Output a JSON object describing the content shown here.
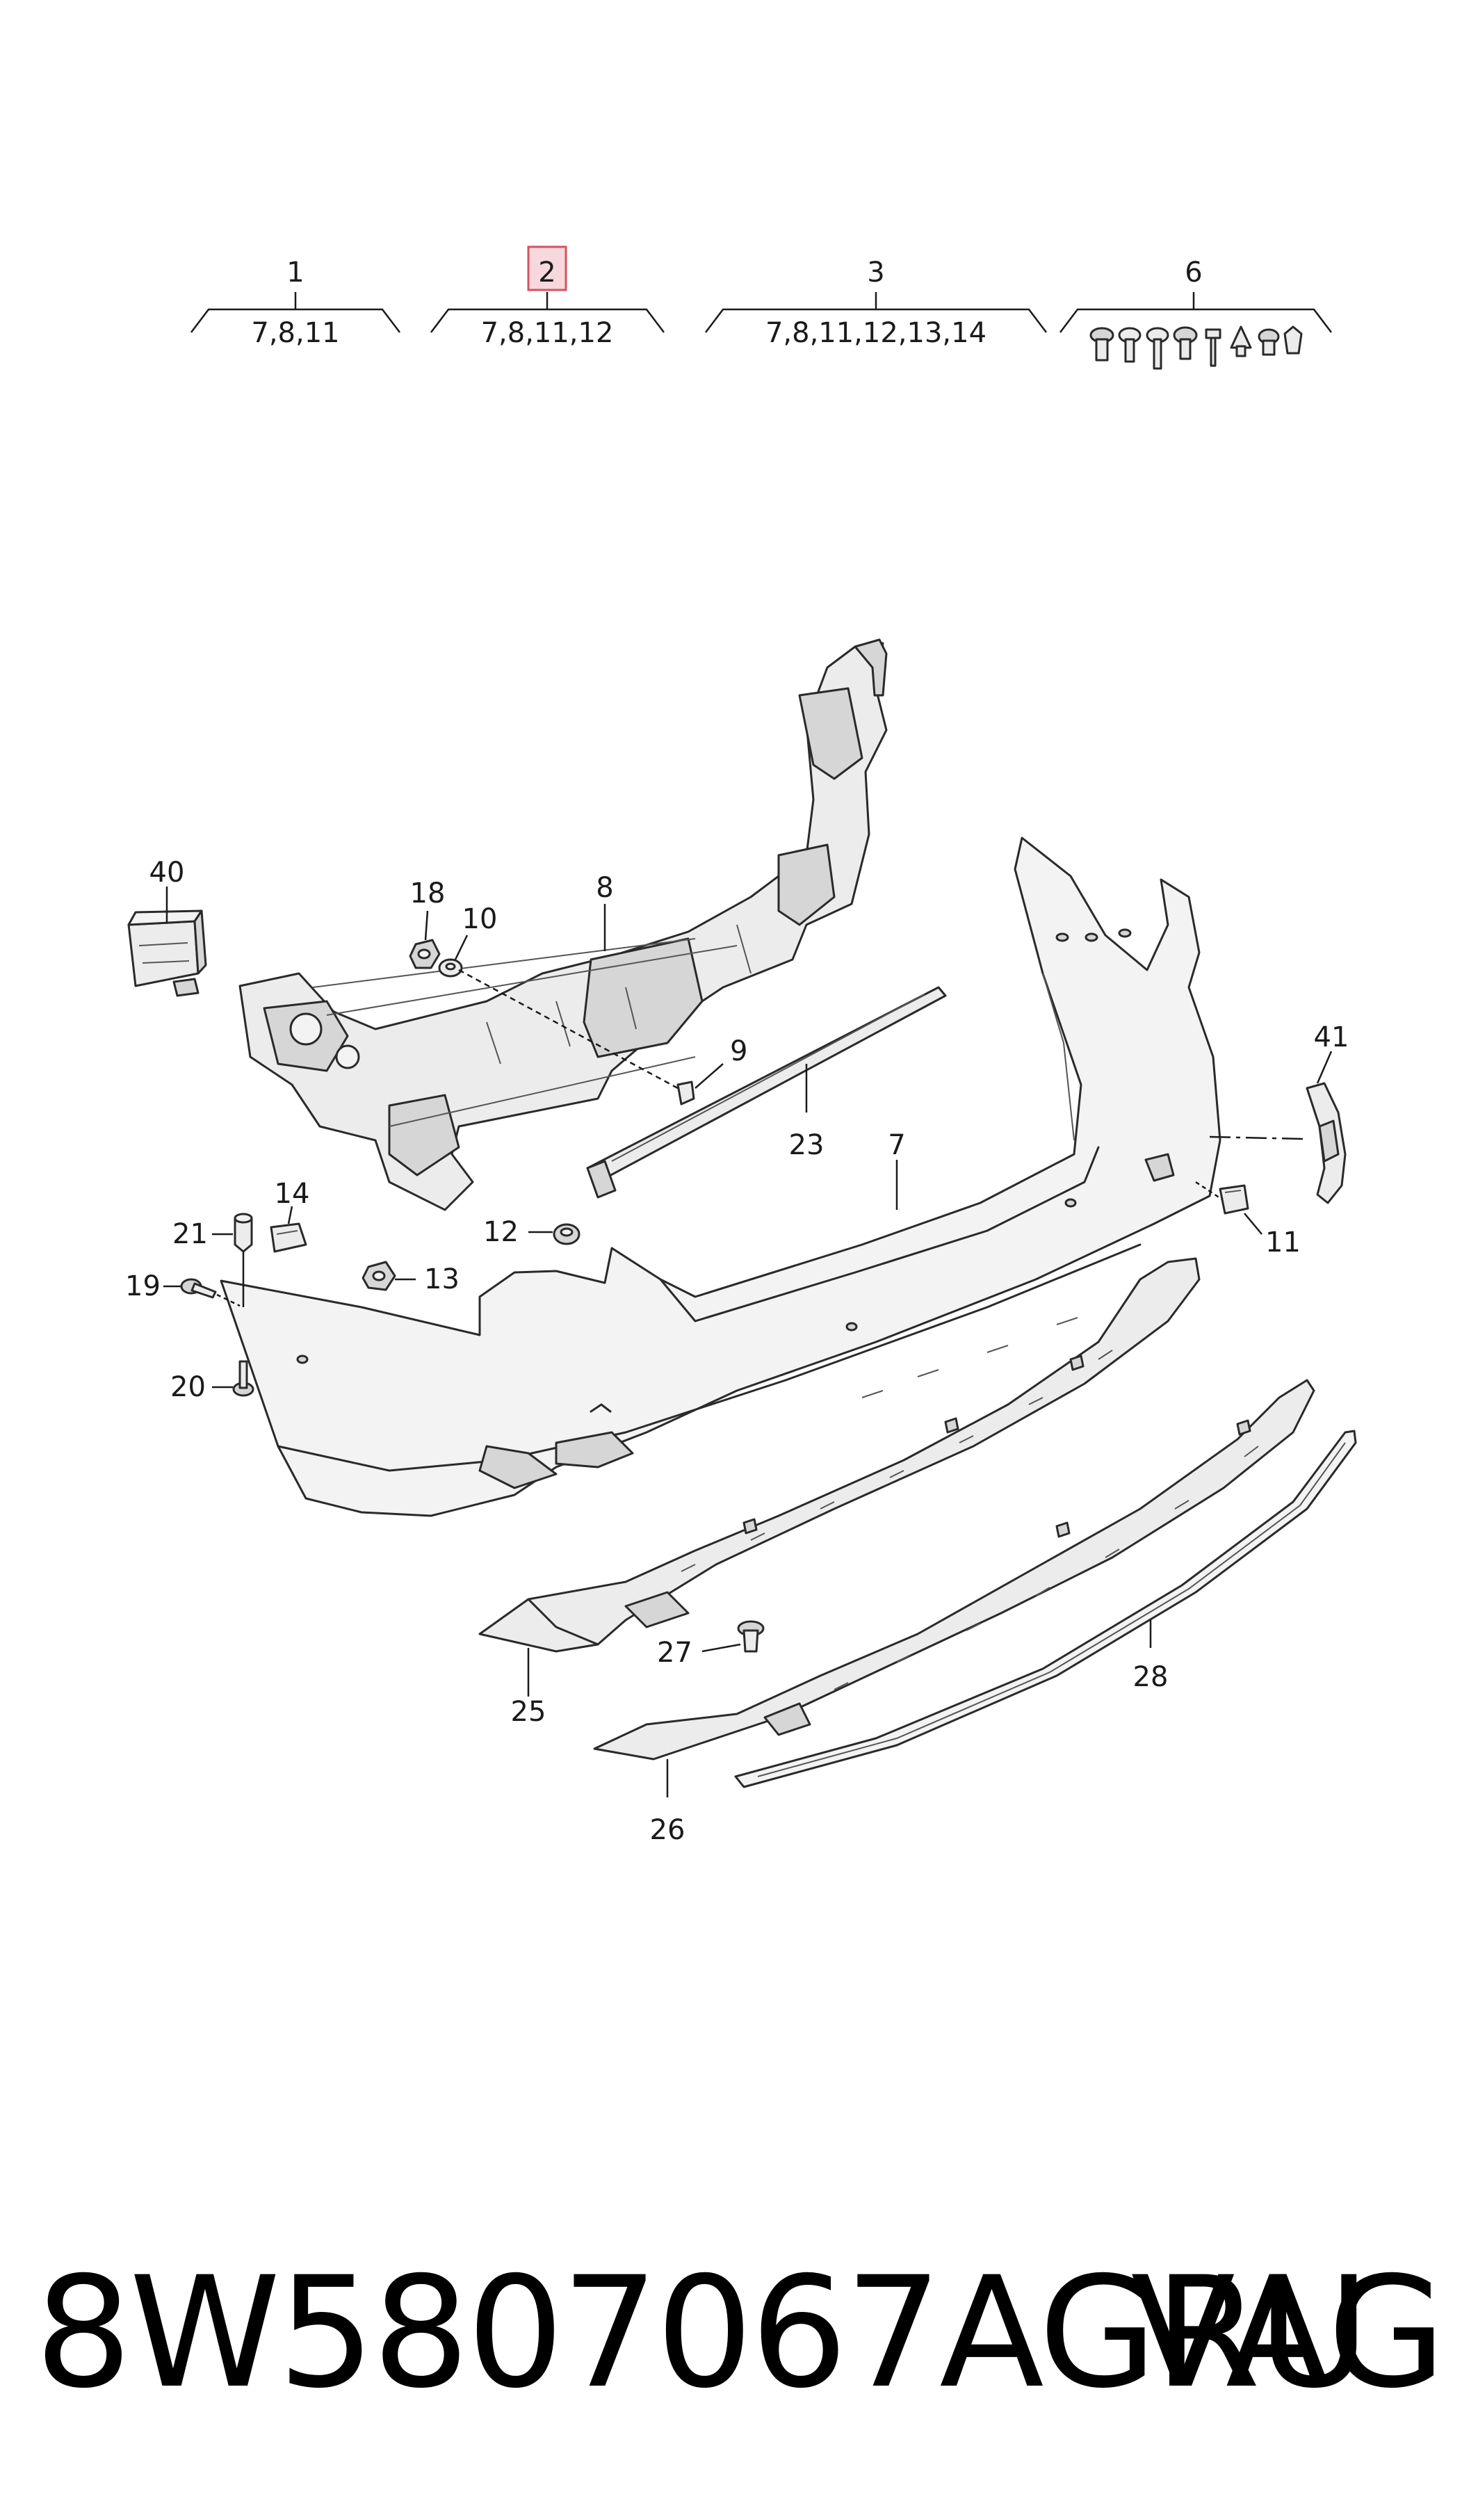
{
  "groups": [
    {
      "number": "1",
      "contents": "7,8,11",
      "highlighted": false
    },
    {
      "number": "2",
      "contents": "7,8,11,12",
      "highlighted": true
    },
    {
      "number": "3",
      "contents": "7,8,11,12,13,14",
      "highlighted": false
    },
    {
      "number": "6",
      "contents": "",
      "highlighted": false
    }
  ],
  "callouts": {
    "p40": "40",
    "p18": "18",
    "p10": "10",
    "p8": "8",
    "p9": "9",
    "p23": "23",
    "p7": "7",
    "p41": "41",
    "p11": "11",
    "p14": "14",
    "p21": "21",
    "p12": "12",
    "p13": "13",
    "p19": "19",
    "p20": "20",
    "p27": "27",
    "p25": "25",
    "p28": "28",
    "p26": "26"
  },
  "footer": {
    "part_number": "8W5807067AGRU",
    "brand": "VAG"
  },
  "colors": {
    "highlight_fill": "#f7d9dd",
    "highlight_stroke": "#d5525f",
    "line": "#2a2a2a"
  }
}
